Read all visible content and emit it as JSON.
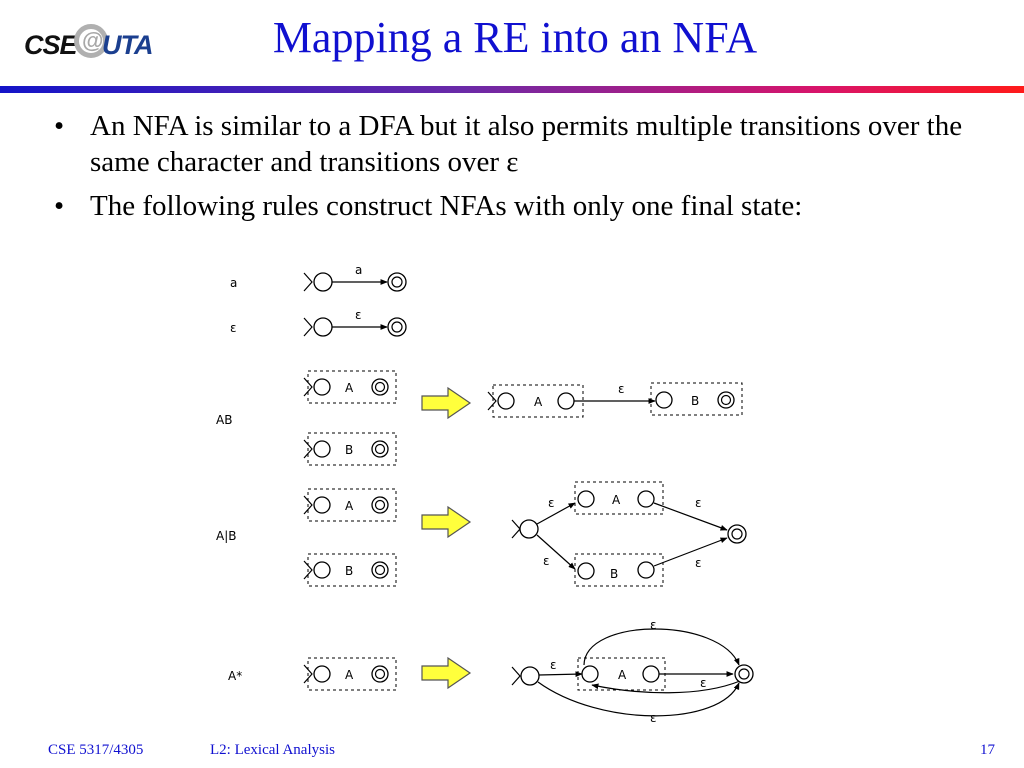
{
  "header": {
    "logo": {
      "cse": "CSE",
      "at": "@",
      "uta": "UTA"
    },
    "title": "Mapping a RE into an NFA"
  },
  "bullets": [
    "An NFA is similar to a DFA but it also permits multiple transitions over the same character and transitions over ε",
    "The following rules construct NFAs with only one final state:"
  ],
  "diagram": {
    "rules": [
      {
        "re": "a",
        "edge_label": "a"
      },
      {
        "re": "ε",
        "edge_label": "ε"
      },
      {
        "re": "AB",
        "left": [
          "A",
          "B"
        ],
        "result_labels": [
          "A",
          "ε",
          "B"
        ]
      },
      {
        "re": "A|B",
        "left": [
          "A",
          "B"
        ],
        "result_labels": [
          "ε",
          "A",
          "ε",
          "ε",
          "B",
          "ε"
        ]
      },
      {
        "re": "A*",
        "left": [
          "A"
        ],
        "result_labels": [
          "ε",
          "ε",
          "A",
          "ε",
          "ε"
        ]
      }
    ],
    "colors": {
      "arrow_fill": "#ffff3c",
      "arrow_stroke": "#555555",
      "ink": "#000000"
    }
  },
  "footer": {
    "course": "CSE 5317/4305",
    "lecture": "L2: Lexical Analysis",
    "page": "17"
  }
}
